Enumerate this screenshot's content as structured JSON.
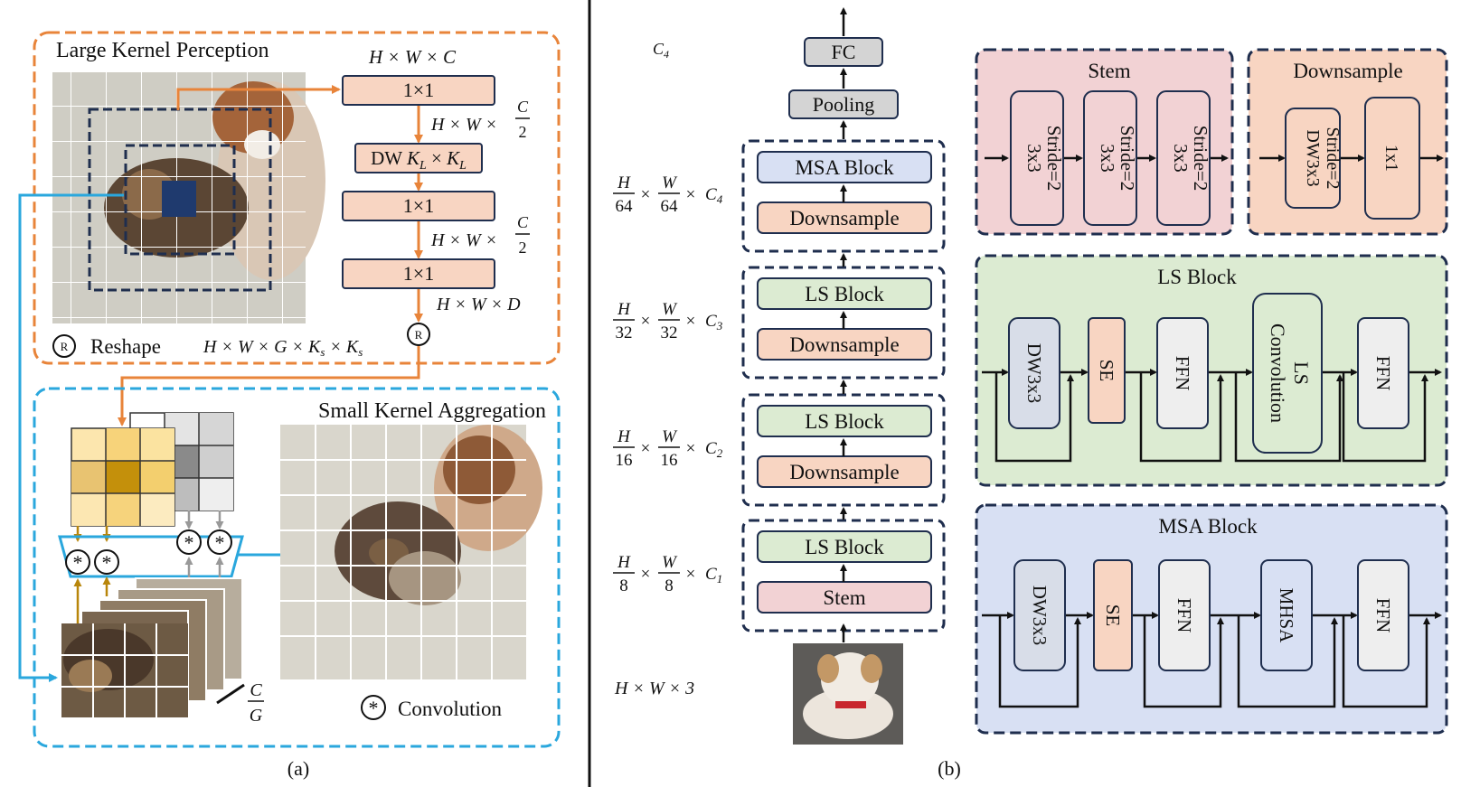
{
  "panel_a": {
    "caption": "(a)",
    "lkp": {
      "title": "Large Kernel Perception",
      "dim_in": "H × W × C",
      "conv1": "1×1",
      "dim_half_1": "H × W ×",
      "frac_num": "C",
      "frac_den": "2",
      "dw": "DW",
      "dw_kl": "K",
      "dw_sub": "L",
      "dw_times": "×",
      "conv2": "1×1",
      "dim_half_2": "H × W ×",
      "conv3": "1×1",
      "dim_out": "H × W × D",
      "reshape_symbol": "R",
      "reshape_label": "Reshape",
      "reshape_dim": "H × W × G × K",
      "reshape_sub": "s"
    },
    "ska": {
      "title": "Small Kernel Aggregation",
      "conv_symbol": "*",
      "conv_label": "Convolution",
      "group_num": "C",
      "group_den": "G"
    }
  },
  "panel_b": {
    "caption": "(b)",
    "stages": [
      {
        "blocks": [
          "MSA Block",
          "Downsample"
        ],
        "dim": {
          "h": "H",
          "hd": "64",
          "w": "W",
          "wd": "64",
          "c": "C",
          "cs": "4"
        }
      },
      {
        "blocks": [
          "LS Block",
          "Downsample"
        ],
        "dim": {
          "h": "H",
          "hd": "32",
          "w": "W",
          "wd": "32",
          "c": "C",
          "cs": "3"
        }
      },
      {
        "blocks": [
          "LS Block",
          "Downsample"
        ],
        "dim": {
          "h": "H",
          "hd": "16",
          "w": "W",
          "wd": "16",
          "c": "C",
          "cs": "2"
        }
      },
      {
        "blocks": [
          "LS Block",
          "Stem"
        ],
        "dim": {
          "h": "H",
          "hd": "8",
          "w": "W",
          "wd": "8",
          "c": "C",
          "cs": "1"
        }
      }
    ],
    "top_dim": {
      "c": "C",
      "cs": "4"
    },
    "input_dim": "H × W × 3",
    "fc": "FC",
    "pooling": "Pooling",
    "stem_box": {
      "title": "Stem",
      "convs": [
        "3x3",
        "3x3",
        "3x3"
      ],
      "stride": "Stride=2"
    },
    "downsample_box": {
      "title": "Downsample",
      "dw": "DW3x3",
      "stride": "Stride=2",
      "pw": "1x1"
    },
    "ls_box": {
      "title": "LS Block",
      "dw": "DW3x3",
      "se": "SE",
      "ffn1": "FFN",
      "ls1": "LS",
      "ls2": "Convolution",
      "ffn2": "FFN"
    },
    "msa_box": {
      "title": "MSA Block",
      "dw": "DW3x3",
      "se": "SE",
      "ffn1": "FFN",
      "mhsa": "MHSA",
      "ffn2": "FFN"
    }
  },
  "colors": {
    "orange_border": "#E8843A",
    "cyan_border": "#2AA7DD",
    "navy_border": "#1F2E4E",
    "peach_fill": "#F8D5C2",
    "green_fill": "#DCEBD2",
    "blue_fill": "#D8E0F3",
    "pink_fill": "#F2D2D4",
    "gray_fill": "#D4D4D4"
  }
}
